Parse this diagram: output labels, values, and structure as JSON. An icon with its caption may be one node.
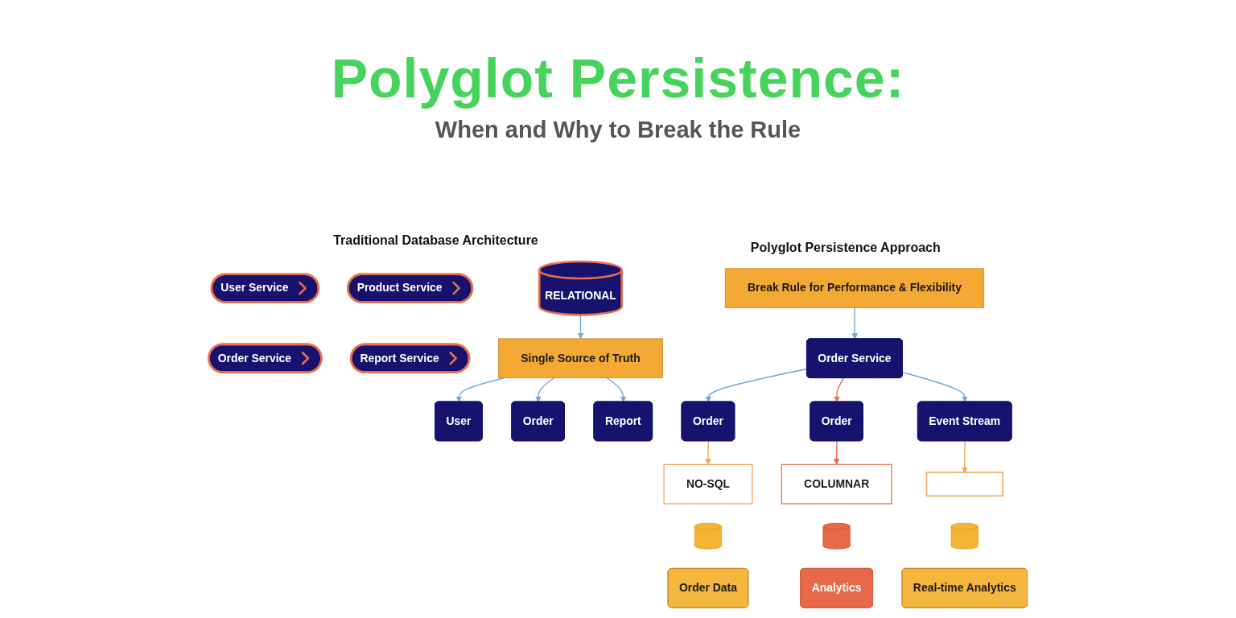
{
  "diagram": {
    "title": "Polyglot Persistence:",
    "nodes": [
      {
        "text": [
          "User Service"
        ]
      },
      {
        "text": [
          "Order Service"
        ]
      },
      {
        "text": [
          "RELATIONAL"
        ]
      },
      {
        "text": [
          "Product Service"
        ]
      },
      {
        "text": [
          "Report Service"
        ]
      },
      {
        "text": [
          "Single Source of Truth"
        ]
      },
      {
        "text": [
          "User"
        ]
      },
      {
        "text": [
          "Order"
        ]
      },
      {
        "text": [
          "Report"
        ]
      },
      {
        "text": [
          "Break Rule for Performance & Flexibility"
        ]
      },
      {
        "text": [
          "Order Service"
        ]
      },
      {
        "text": [
          "Order"
        ]
      },
      {
        "text": [
          "Order"
        ]
      },
      {
        "text": [
          "Event Stream"
        ]
      },
      {
        "text": [
          "NO-SQL"
        ]
      },
      {
        "text": [
          "COLUMNAR"
        ]
      },
      {
        "text": [],
        "shape": "box"
      },
      {
        "text": [],
        "shape": "cylinder"
      },
      {
        "text": [],
        "shape": "cylinder"
      },
      {
        "text": [],
        "shape": "cylinder"
      },
      {
        "text": [
          "Order Data"
        ]
      },
      {
        "text": [
          "Analytics"
        ]
      },
      {
        "text": [
          "Real-time Analytics"
        ]
      }
    ],
    "edges": [
      {
        "from": 2,
        "to": 5,
        "arrow": "to"
      },
      {
        "from": 5,
        "to": 6,
        "arrow": "to"
      },
      {
        "from": 5,
        "to": 7,
        "arrow": "to"
      },
      {
        "from": 5,
        "to": 8,
        "arrow": "to"
      },
      {
        "from": 9,
        "to": 10,
        "arrow": "to"
      },
      {
        "from": 10,
        "to": 11,
        "arrow": "to"
      },
      {
        "from": 10,
        "to": 12,
        "arrow": "to",
        "color": "#e8704a"
      },
      {
        "from": 10,
        "to": 13,
        "arrow": "to"
      },
      {
        "from": 11,
        "to": 14,
        "arrow": "to",
        "color": "#f2a65a"
      },
      {
        "from": 12,
        "to": 15,
        "arrow": "to",
        "color": "#e8704a"
      },
      {
        "from": 13,
        "to": 16,
        "arrow": "to",
        "color": "#f2a65a"
      }
    ],
    "labels": [
      "When and Why to Break the Rule",
      "Traditional Database Architecture",
      "Polyglot Persistence Approach"
    ]
  }
}
